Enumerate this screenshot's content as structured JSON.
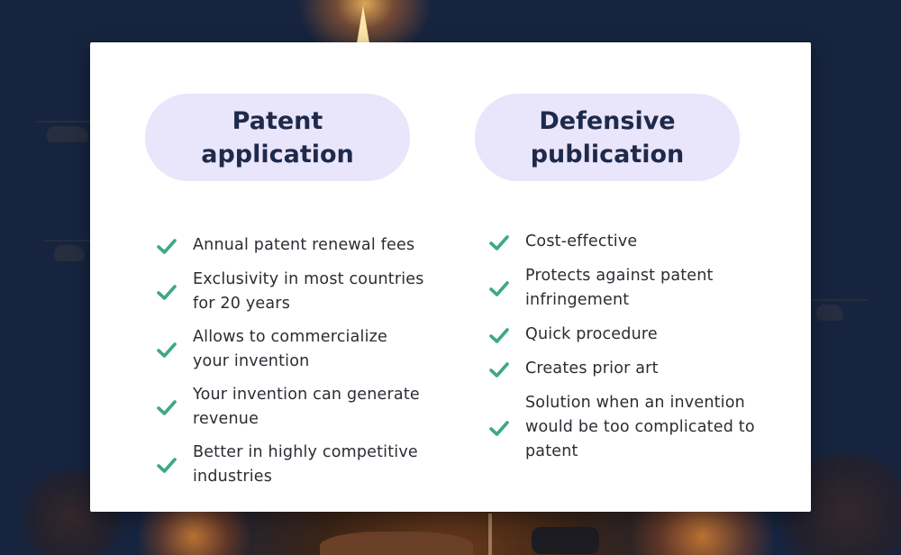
{
  "colors": {
    "card_background": "#ffffff",
    "pill_background": "#e9e5fb",
    "heading_text": "#1f2a4a",
    "body_text": "#2c2c34",
    "check": "#3ea888",
    "page_background": "#152543"
  },
  "columns": [
    {
      "title": "Patent application",
      "items": [
        {
          "icon": "check-icon",
          "text": "Annual patent renewal fees"
        },
        {
          "icon": "check-icon",
          "text": "Exclusivity in most countries for 20 years"
        },
        {
          "icon": "check-icon",
          "text": "Allows to commercialize your invention"
        },
        {
          "icon": "check-icon",
          "text": "Your invention can generate revenue"
        },
        {
          "icon": "check-icon",
          "text": "Better in highly competitive industries"
        }
      ]
    },
    {
      "title": "Defensive publication",
      "items": [
        {
          "icon": "check-icon",
          "text": "Cost-effective"
        },
        {
          "icon": "check-icon",
          "text": "Protects against patent infringement"
        },
        {
          "icon": "check-icon",
          "text": "Quick procedure"
        },
        {
          "icon": "check-icon",
          "text": "Creates prior art"
        },
        {
          "icon": "check-icon",
          "text": "Solution when an invention would be too complicated to patent"
        }
      ]
    }
  ]
}
